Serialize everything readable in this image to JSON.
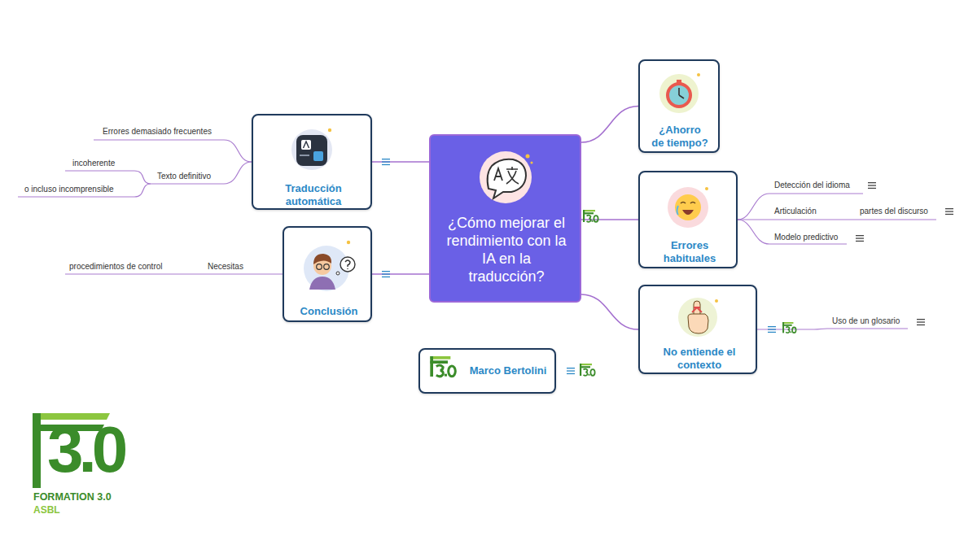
{
  "diagram": {
    "nodes": [
      {
        "text": [
          "¿Cómo mejorar el rendimiento con la IA en la traducción?"
        ]
      },
      {
        "text": [
          "Traducción automática"
        ]
      },
      {
        "text": [
          "Conclusión"
        ]
      },
      {
        "text": [
          "¿Ahorro de tiempo?"
        ]
      },
      {
        "text": [
          "Errores habituales"
        ]
      },
      {
        "text": [
          "No entiende el contexto"
        ]
      },
      {
        "text": [
          "Marco Bertolini"
        ]
      }
    ],
    "edges": [
      {
        "from": 0,
        "to": 1,
        "arrow": "none"
      },
      {
        "from": 0,
        "to": 2,
        "arrow": "none"
      },
      {
        "from": 0,
        "to": 3,
        "arrow": "none"
      },
      {
        "from": 0,
        "to": 4,
        "arrow": "none"
      },
      {
        "from": 0,
        "to": 5,
        "arrow": "none"
      }
    ],
    "labels": [
      "Errores demasiado frecuentes",
      "Texto definitivo",
      "incoherente",
      "o incluso incomprensible",
      "Necesitas",
      "procedimientos de control",
      "Detección del idioma",
      "Articulación",
      "partes del discurso",
      "Modelo predictivo",
      "Uso de un glosario",
      "3.0",
      "FORMATION 3.0",
      "ASBL"
    ]
  }
}
